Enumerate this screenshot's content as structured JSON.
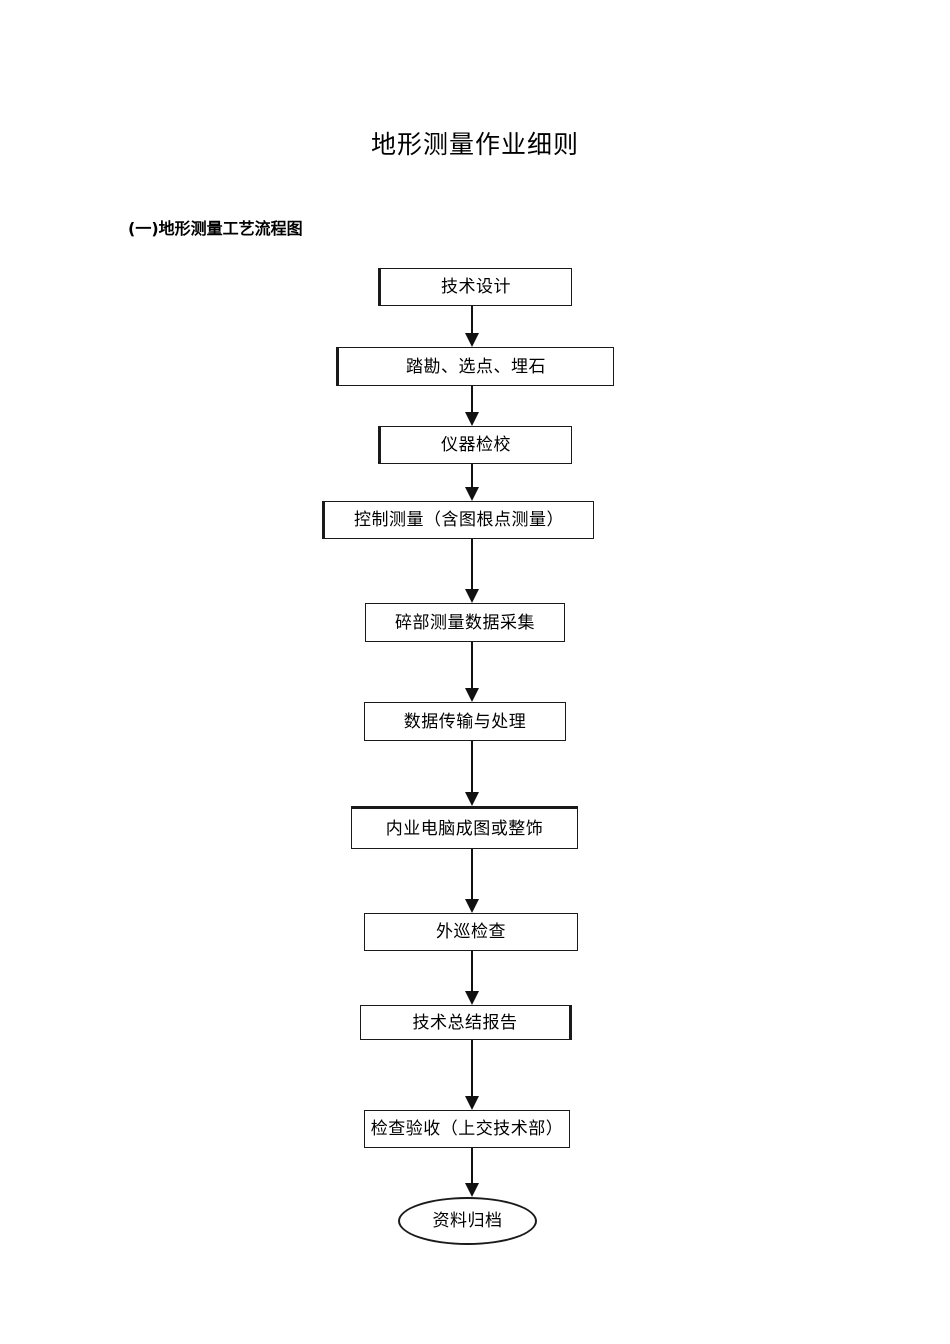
{
  "document": {
    "title": "地形测量作业细则",
    "section_heading": "(一)地形测量工艺流程图"
  },
  "chart_data": {
    "type": "diagram",
    "diagram_kind": "flowchart",
    "orientation": "top-to-bottom",
    "title": "地形测量工艺流程图",
    "nodes": [
      {
        "id": "n1",
        "label": "技术设计",
        "shape": "rectangle"
      },
      {
        "id": "n2",
        "label": "踏勘、选点、埋石",
        "shape": "rectangle"
      },
      {
        "id": "n3",
        "label": "仪器检校",
        "shape": "rectangle"
      },
      {
        "id": "n4",
        "label": "控制测量（含图根点测量）",
        "shape": "rectangle"
      },
      {
        "id": "n5",
        "label": "碎部测量数据采集",
        "shape": "rectangle"
      },
      {
        "id": "n6",
        "label": "数据传输与处理",
        "shape": "rectangle"
      },
      {
        "id": "n7",
        "label": "内业电脑成图或整饰",
        "shape": "rectangle"
      },
      {
        "id": "n8",
        "label": "外巡检查",
        "shape": "rectangle"
      },
      {
        "id": "n9",
        "label": "技术总结报告",
        "shape": "rectangle"
      },
      {
        "id": "n10",
        "label": "检查验收（上交技术部）",
        "shape": "rectangle"
      },
      {
        "id": "n11",
        "label": "资料归档",
        "shape": "ellipse"
      }
    ],
    "edges": [
      {
        "from": "n1",
        "to": "n2",
        "arrow": "down"
      },
      {
        "from": "n2",
        "to": "n3",
        "arrow": "down"
      },
      {
        "from": "n3",
        "to": "n4",
        "arrow": "down"
      },
      {
        "from": "n4",
        "to": "n5",
        "arrow": "down"
      },
      {
        "from": "n5",
        "to": "n6",
        "arrow": "down"
      },
      {
        "from": "n6",
        "to": "n7",
        "arrow": "down"
      },
      {
        "from": "n7",
        "to": "n8",
        "arrow": "down"
      },
      {
        "from": "n8",
        "to": "n9",
        "arrow": "down"
      },
      {
        "from": "n9",
        "to": "n10",
        "arrow": "down"
      },
      {
        "from": "n10",
        "to": "n11",
        "arrow": "down"
      }
    ],
    "colors": {
      "page_background": "#ffffff",
      "node_fill": "#ffffff",
      "node_stroke": "#1a1a1a",
      "connector": "#111111",
      "text": "#000000"
    }
  }
}
